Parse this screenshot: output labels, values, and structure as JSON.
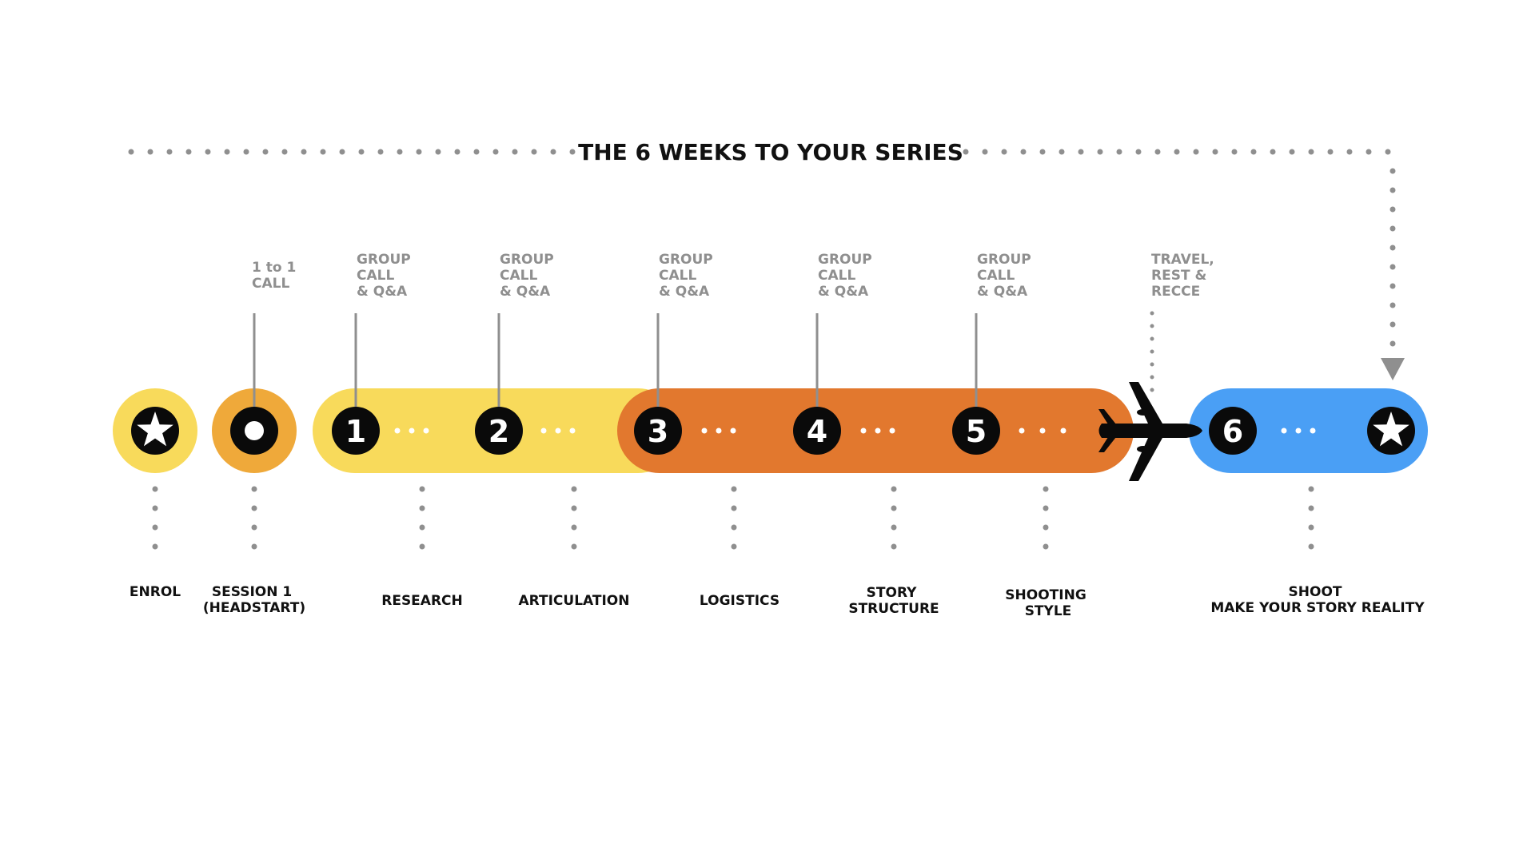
{
  "title": "THE 6 WEEKS TO YOUR SERIES",
  "colors": {
    "yellow": "#F8DA5B",
    "gold": "#EFA93A",
    "orange": "#E2782E",
    "blue": "#4A9FF5",
    "black": "#0A0A0A",
    "grey": "#8F8F8F",
    "white": "#FFFFFF"
  },
  "steps": [
    {
      "id": "enrol",
      "marker": "star-icon",
      "label": [
        "ENROL"
      ],
      "top_label": []
    },
    {
      "id": "session-1",
      "marker": "circle-icon",
      "label": [
        "SESSION 1",
        "(HEADSTART)"
      ],
      "top_label": [
        "1 to 1",
        "CALL"
      ]
    },
    {
      "id": "week-1",
      "marker": "1",
      "label": [
        "RESEARCH"
      ],
      "top_label": [
        "GROUP",
        "CALL",
        "& Q&A"
      ]
    },
    {
      "id": "week-2",
      "marker": "2",
      "label": [
        "ARTICULATION"
      ],
      "top_label": [
        "GROUP",
        "CALL",
        "& Q&A"
      ]
    },
    {
      "id": "week-3",
      "marker": "3",
      "label": [
        "LOGISTICS"
      ],
      "top_label": [
        "GROUP",
        "CALL",
        "& Q&A"
      ]
    },
    {
      "id": "week-4",
      "marker": "4",
      "label": [
        "STORY",
        "STRUCTURE"
      ],
      "top_label": [
        "GROUP",
        "CALL",
        "& Q&A"
      ]
    },
    {
      "id": "week-5",
      "marker": "5",
      "label": [
        "SHOOTING",
        "STYLE"
      ],
      "top_label": [
        "GROUP",
        "CALL",
        "& Q&A"
      ]
    },
    {
      "id": "travel",
      "marker": "airplane-icon",
      "label": [],
      "top_label": [
        "TRAVEL,",
        "REST &",
        "RECCE"
      ]
    },
    {
      "id": "week-6",
      "marker": "6",
      "label": [
        "SHOOT",
        "MAKE YOUR STORY REALITY"
      ],
      "top_label": []
    }
  ]
}
